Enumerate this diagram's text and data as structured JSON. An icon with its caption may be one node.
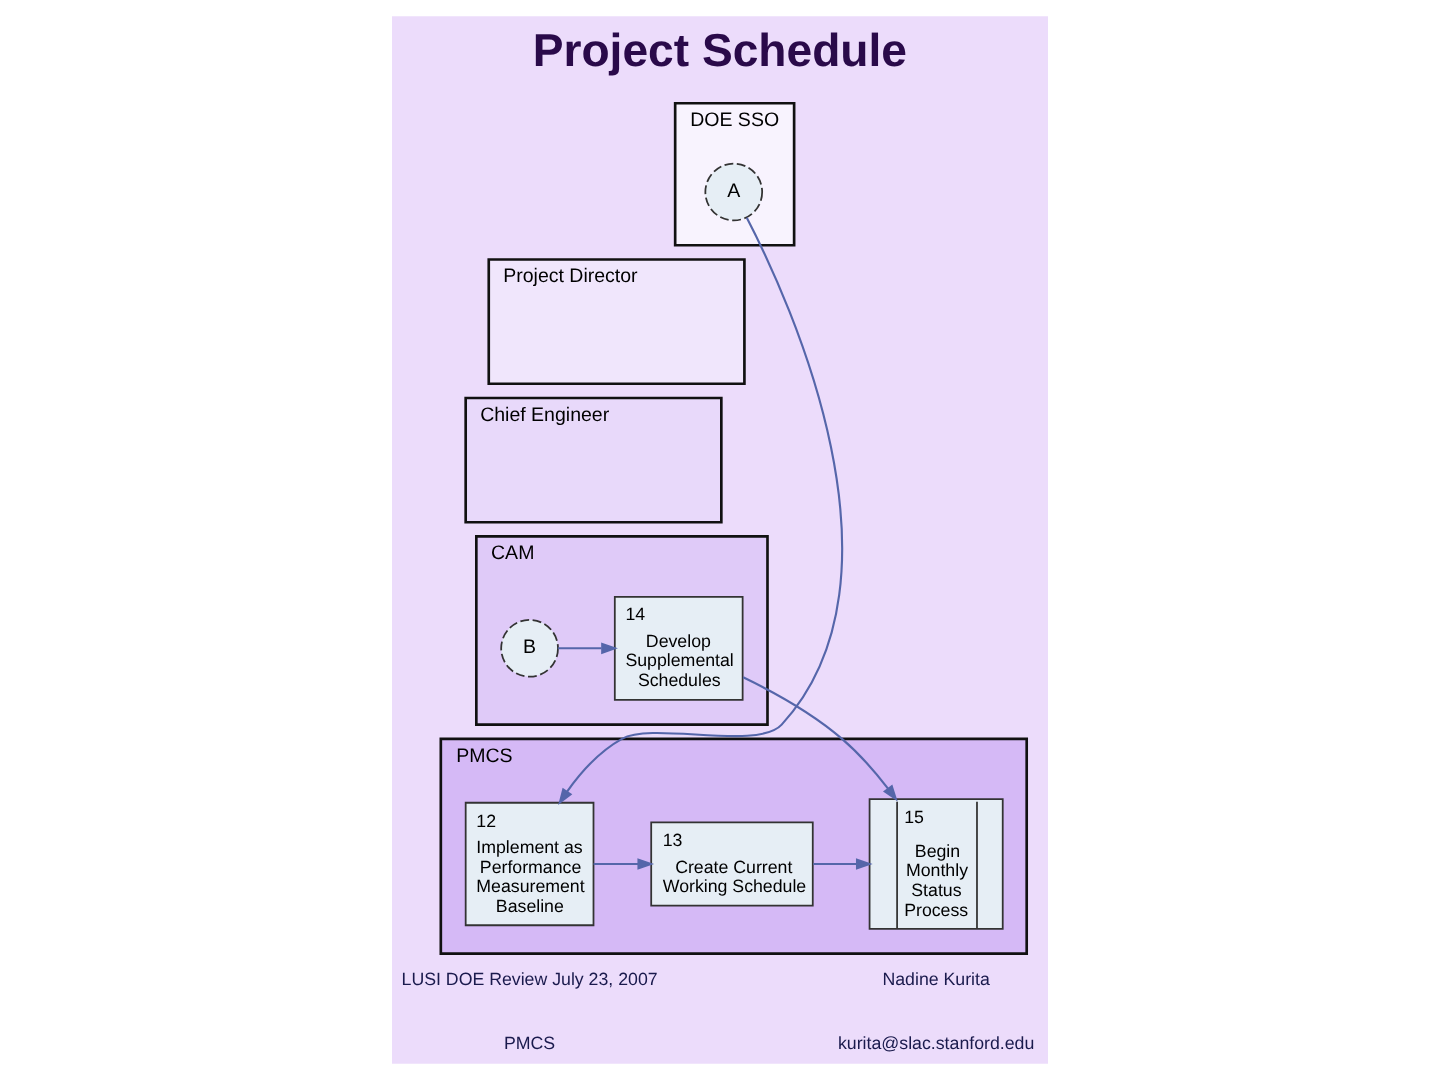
{
  "diagram": {
    "title": "Project Schedule",
    "nodes": [
      {
        "text": [
          "DOE SSO"
        ]
      },
      {
        "text": [
          "A"
        ],
        "in": 0
      },
      {
        "text": [
          "Project Director"
        ]
      },
      {
        "text": [
          "Chief Engineer"
        ]
      },
      {
        "text": [
          "CAM"
        ]
      },
      {
        "text": [
          "B"
        ],
        "in": 4
      },
      {
        "text": [
          "14",
          "Develop Supplemental Schedules"
        ],
        "in": 4
      },
      {
        "text": [
          "PMCS"
        ]
      },
      {
        "text": [
          "12",
          "Implement as Performance Measurement Baseline"
        ],
        "in": 7
      },
      {
        "text": [
          "13",
          "Create Current Working Schedule"
        ],
        "in": 7
      },
      {
        "text": [
          "15",
          "Begin Monthly Status Process"
        ],
        "in": 7
      }
    ],
    "edges": [
      {
        "from": 1,
        "to": 8,
        "arrow": "to"
      },
      {
        "from": 5,
        "to": 6,
        "arrow": "to"
      },
      {
        "from": 8,
        "to": 9,
        "arrow": "to"
      },
      {
        "from": 9,
        "to": 10,
        "arrow": "to"
      },
      {
        "from": 6,
        "to": 10,
        "arrow": "to"
      }
    ],
    "labels": [
      "LUSI DOE Review July 23, 2007",
      "PMCS",
      "Nadine Kurita",
      "kurita@slac.stanford.edu"
    ]
  }
}
